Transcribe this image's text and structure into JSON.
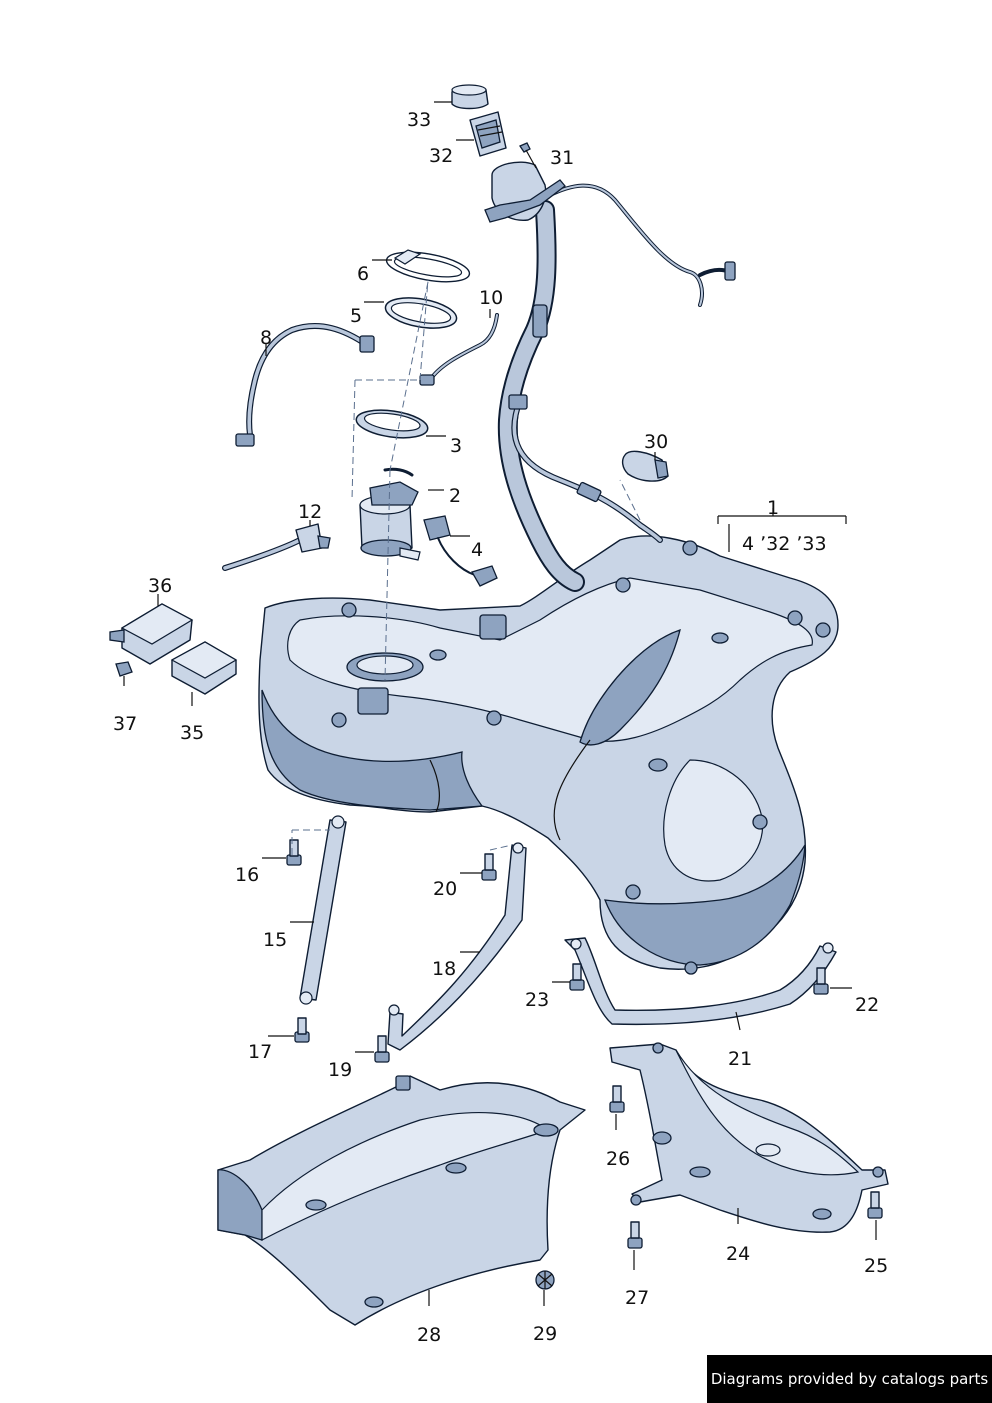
{
  "callouts": {
    "c1": "1",
    "c1_sub": "4 ʼ32 ʼ33",
    "c2": "2",
    "c3": "3",
    "c4": "4",
    "c5": "5",
    "c6": "6",
    "c8": "8",
    "c10": "10",
    "c12": "12",
    "c15": "15",
    "c16": "16",
    "c17": "17",
    "c18": "18",
    "c19": "19",
    "c20": "20",
    "c21": "21",
    "c22": "22",
    "c23": "23",
    "c24": "24",
    "c25": "25",
    "c26": "26",
    "c27": "27",
    "c28": "28",
    "c29": "29",
    "c30": "30",
    "c31": "31",
    "c32": "32",
    "c33": "33",
    "c35": "35",
    "c36": "36",
    "c37": "37"
  },
  "watermark": "Diagrams provided by catalogs parts"
}
